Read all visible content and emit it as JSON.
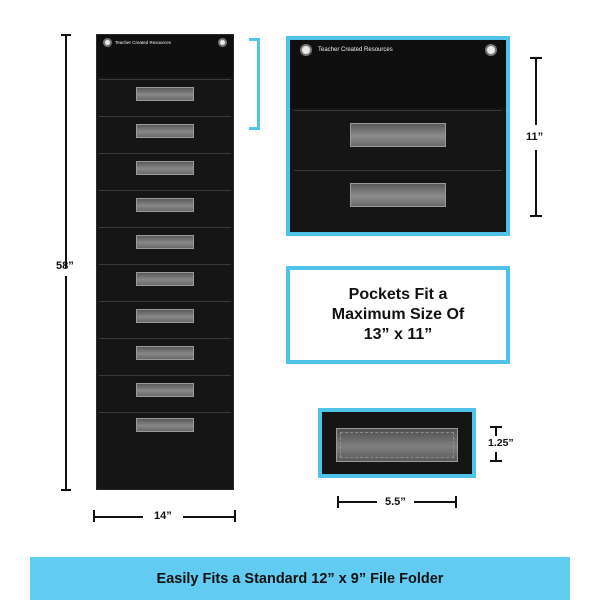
{
  "brand": "Teacher Created Resources",
  "dimensions": {
    "height_long": "58”",
    "width_long": "14”",
    "height_zoom": "11”",
    "card_height": "1.25”",
    "card_width": "5.5”"
  },
  "callout": {
    "text": "Pockets Fit a\nMaximum Size Of\n13” x 11”"
  },
  "banner": {
    "text": "Easily Fits a Standard 12” x 9” File Folder"
  },
  "colors": {
    "accent": "#4fc3e8",
    "banner": "#62cbf1",
    "chart": "#151515"
  }
}
